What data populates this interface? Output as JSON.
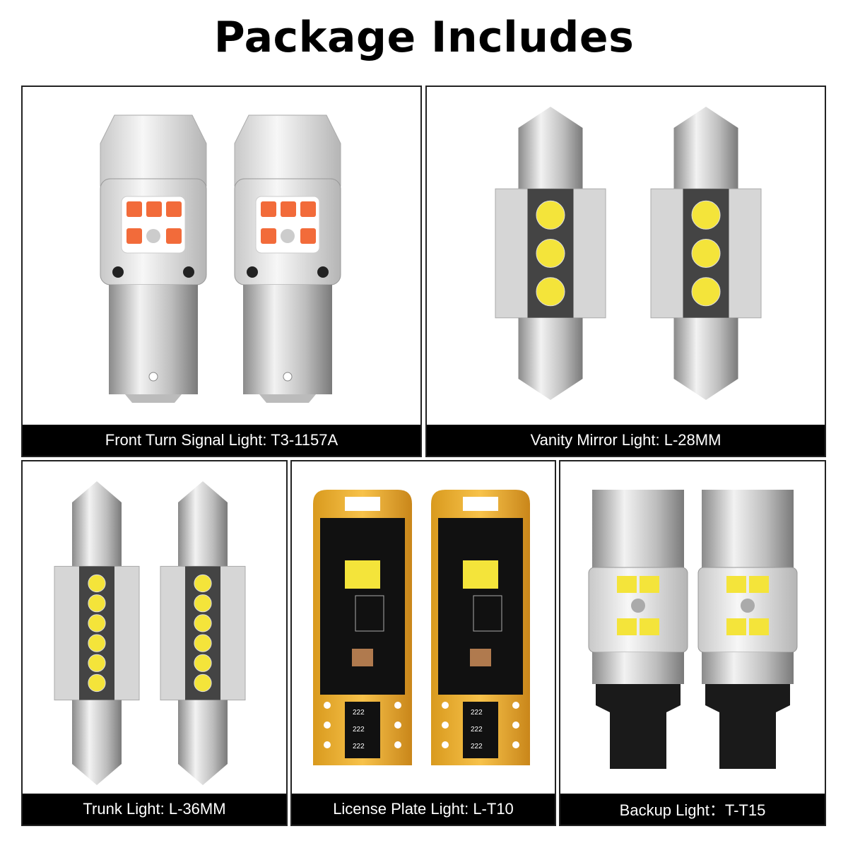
{
  "title": "Package Includes",
  "products": [
    {
      "label": "Front Turn Signal Light: T3-1157A",
      "bulb": "1157-amber-led",
      "led_color": "#f26b3a",
      "quantity": 2
    },
    {
      "label": "Vanity Mirror Light: L-28MM",
      "bulb": "festoon-28mm",
      "led_color": "#f4e43a",
      "quantity": 2
    },
    {
      "label": "Trunk Light: L-36MM",
      "bulb": "festoon-36mm",
      "led_color": "#f4e43a",
      "quantity": 2
    },
    {
      "label": "License Plate Light: L-T10",
      "bulb": "t10-wedge",
      "led_color": "#f4e43a",
      "quantity": 2
    },
    {
      "label": "Backup Light：T-T15",
      "bulb": "t15-wedge",
      "led_color": "#f4e43a",
      "quantity": 2
    }
  ]
}
